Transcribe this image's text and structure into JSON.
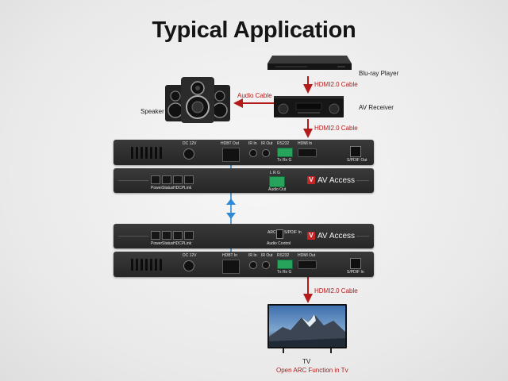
{
  "title": "Typical Application",
  "labels": {
    "bluray": "Blu-ray Player",
    "receiver": "AV Receiver",
    "speaker": "Speaker",
    "tv": "TV",
    "tv_note": "Open ARC Function in Tv",
    "cable_hdmi_1": "HDMI2.0 Cable",
    "cable_hdmi_2": "HDMI2.0 Cable",
    "cable_hdmi_3": "HDMI2.0 Cable",
    "cable_audio": "Audio Cable"
  },
  "tx_rear": {
    "dc": "DC 12V",
    "hdbt": "HDBT Out",
    "ir": "IR In",
    "irout": "IR Out",
    "rs232": "RS232",
    "hdmi": "HDMI In",
    "spdif": "S/PDIF Out",
    "txrx": "Tx  Rx  G"
  },
  "tx_front": {
    "leds": [
      "Power",
      "Status",
      "HDCP",
      "Link"
    ],
    "audio_out": "Audio Out",
    "lrg": "L  R  G",
    "brand": "AV Access"
  },
  "rx_front": {
    "leds": [
      "Power",
      "Status",
      "HDCP",
      "Link"
    ],
    "arc": "ARC",
    "spdif": "S/PDIF In",
    "audio_control": "Audio Control",
    "brand": "AV Access"
  },
  "rx_rear": {
    "dc": "DC 12V",
    "hdbt": "HDBT In",
    "ir": "IR In",
    "irout": "IR Out",
    "rs232": "RS232",
    "hdmi": "HDMI Out",
    "spdif": "S/PDIF In",
    "txrx": "Tx  Rx  G"
  },
  "colors": {
    "cable_red": "#b31b1b",
    "hdbt_blue": "#2e8ad6",
    "logo_red": "#c42525"
  }
}
